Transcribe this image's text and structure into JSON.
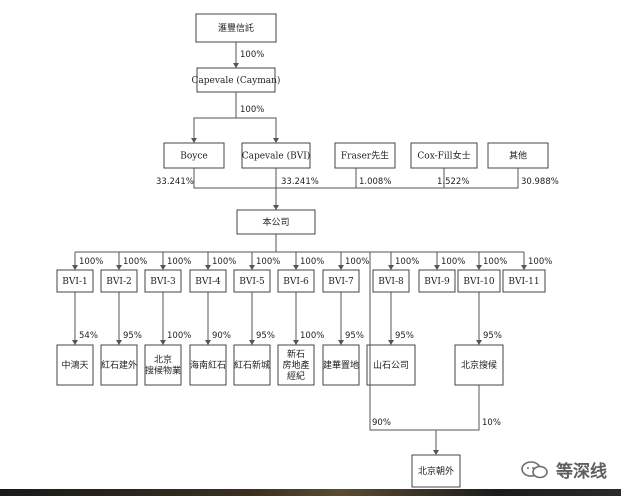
{
  "chart": {
    "top": "滙豐信託",
    "cayman": "Capevale (Cayman)",
    "pct_top": "100%",
    "pct_cayman": "100%",
    "shareholders": [
      {
        "label": "Boyce",
        "pct": "33.241%"
      },
      {
        "label": "Capevale (BVI)",
        "pct": "33.241%"
      },
      {
        "label": "Fraser先生",
        "pct": "1.008%"
      },
      {
        "label": "Cox-Fill女士",
        "pct": "1.522%"
      },
      {
        "label": "其他",
        "pct": "30.988%"
      }
    ],
    "company": "本公司",
    "bvis": [
      {
        "label": "BVI-1",
        "pct": "100%",
        "sub_pct": "54%",
        "sub": [
          "中鴻天"
        ]
      },
      {
        "label": "BVI-2",
        "pct": "100%",
        "sub_pct": "95%",
        "sub": [
          "紅石建外"
        ]
      },
      {
        "label": "BVI-3",
        "pct": "100%",
        "sub_pct": "100%",
        "sub": [
          "北京",
          "搜候物業"
        ]
      },
      {
        "label": "BVI-4",
        "pct": "100%",
        "sub_pct": "90%",
        "sub": [
          "海南紅石"
        ]
      },
      {
        "label": "BVI-5",
        "pct": "100%",
        "sub_pct": "95%",
        "sub": [
          "紅石新城"
        ]
      },
      {
        "label": "BVI-6",
        "pct": "100%",
        "sub_pct": "100%",
        "sub": [
          "新石",
          "房地產",
          "經紀"
        ]
      },
      {
        "label": "BVI-7",
        "pct": "100%",
        "sub_pct": "95%",
        "sub": [
          "建華置地"
        ]
      },
      {
        "label": "BVI-8",
        "pct": "100%",
        "sub_pct": "95%",
        "sub": [
          "山石公司"
        ]
      },
      {
        "label": "BVI-9",
        "pct": "100%",
        "sub_pct": "",
        "sub": []
      },
      {
        "label": "BVI-10",
        "pct": "100%",
        "sub_pct": "95%",
        "sub": [
          "北京搜候"
        ]
      },
      {
        "label": "BVI-11",
        "pct": "100%",
        "sub_pct": "",
        "sub": []
      }
    ],
    "bottom": "北京朝外",
    "pct_left_bottom": "90%",
    "pct_right_bottom": "10%"
  },
  "watermark": {
    "text": "等深线",
    "icon": "chat-bubble-icon"
  }
}
